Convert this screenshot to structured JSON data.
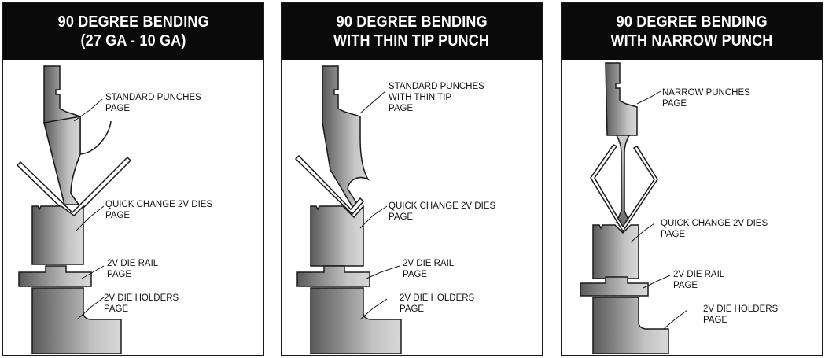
{
  "panels": [
    {
      "title_line1": "90 DEGREE BENDING",
      "title_line2": "(27 GA - 10 GA)",
      "labels": [
        {
          "line1": "STANDARD PUNCHES",
          "line2": "PAGE",
          "line3": ""
        },
        {
          "line1": "QUICK CHANGE 2V DIES",
          "line2": "PAGE",
          "line3": ""
        },
        {
          "line1": "2V DIE RAIL",
          "line2": "PAGE",
          "line3": ""
        },
        {
          "line1": "2V DIE HOLDERS",
          "line2": "PAGE",
          "line3": ""
        }
      ]
    },
    {
      "title_line1": "90 DEGREE BENDING",
      "title_line2": "WITH THIN TIP PUNCH",
      "labels": [
        {
          "line1": "STANDARD PUNCHES",
          "line2": "WITH THIN TIP",
          "line3": "PAGE"
        },
        {
          "line1": "QUICK CHANGE 2V DIES",
          "line2": "PAGE",
          "line3": ""
        },
        {
          "line1": "2V DIE RAIL",
          "line2": "PAGE",
          "line3": ""
        },
        {
          "line1": "2V DIE HOLDERS",
          "line2": "PAGE",
          "line3": ""
        }
      ]
    },
    {
      "title_line1": "90 DEGREE BENDING",
      "title_line2": "WITH NARROW PUNCH",
      "labels": [
        {
          "line1": "NARROW PUNCHES",
          "line2": "PAGE",
          "line3": ""
        },
        {
          "line1": "QUICK CHANGE 2V DIES",
          "line2": "PAGE",
          "line3": ""
        },
        {
          "line1": "2V DIE RAIL",
          "line2": "PAGE",
          "line3": ""
        },
        {
          "line1": "2V DIE HOLDERS",
          "line2": "PAGE",
          "line3": ""
        }
      ]
    }
  ],
  "colors": {
    "header_bg": "#0a0a0a",
    "header_text": "#ffffff",
    "tool_dark": "#5e5e5e",
    "tool_light": "#cfcfcf",
    "outline": "#1a1a1a"
  }
}
